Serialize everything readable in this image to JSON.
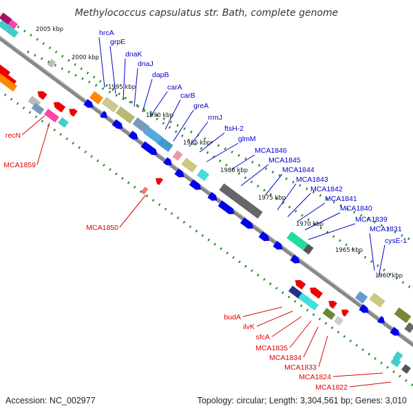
{
  "title": "Methylococcus capsulatus str. Bath, complete genome",
  "footer": {
    "accession": "Accession: NC_002977",
    "summary": "Topology: circular; Length: 3,304,561 bp; Genes: 3,010"
  },
  "colors": {
    "forward_label": "#0000cc",
    "reverse_label": "#dd0000",
    "backbone": "#888888",
    "tick_dots": "#228822",
    "forward_gene": "#0000ee",
    "reverse_gene": "#ee0000"
  },
  "kbp_ticks": [
    "2005 kbp",
    "2000 kbp",
    "1995 kbp",
    "1990 kbp",
    "1985 kbp",
    "1980 kbp",
    "1975 kbp",
    "1970 kbp",
    "1965 kbp",
    "1960 kbp"
  ],
  "forward_genes": [
    "hrcA",
    "grpE",
    "dnaK",
    "dnaJ",
    "dapB",
    "carA",
    "carB",
    "greA",
    "rrmJ",
    "ftsH-2",
    "glmM",
    "MCA1846",
    "MCA1845",
    "MCA1844",
    "MCA1843",
    "MCA1842",
    "MCA1841",
    "MCA1840",
    "MCA1839",
    "MCA1831",
    "cysE-1"
  ],
  "reverse_genes_left": [
    "recN",
    "MCA1859",
    "MCA1850"
  ],
  "reverse_genes_bottom": [
    "budA",
    "ilvK",
    "sfcA",
    "MCA1835",
    "MCA1834",
    "MCA1833",
    "MCA1824",
    "MCA1822"
  ]
}
